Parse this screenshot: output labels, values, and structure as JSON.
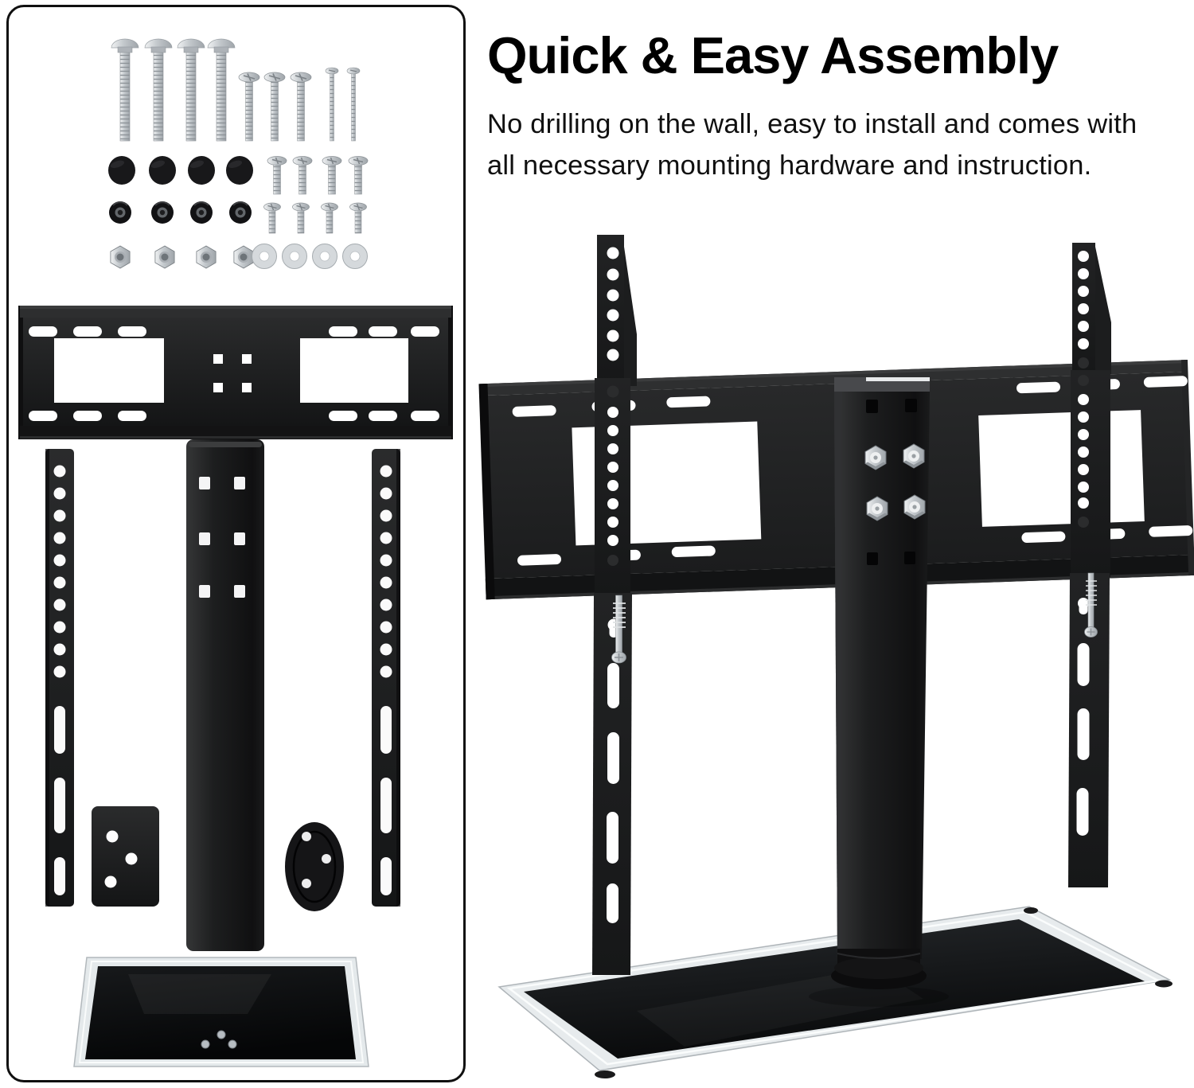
{
  "heading": {
    "title": "Quick & Easy Assembly",
    "body_line1": "No drilling on the wall, easy to install and comes with",
    "body_line2": "all necessary mounting hardware and instruction."
  },
  "colors": {
    "background": "#ffffff",
    "panel_border": "#101010",
    "metal_dark": "#1b1c1d",
    "metal_mid": "#2b2c2d",
    "hardware_silver": "#c7cbcf",
    "glass_edge": "#e4e9eb",
    "glass_surface": "#0a0b0c",
    "heading_text": "#000000",
    "body_text": "#101010"
  },
  "parts_panel": {
    "parts": [
      {
        "name": "carriage-bolt",
        "count": 4
      },
      {
        "name": "machine-screw-medium",
        "count": 3
      },
      {
        "name": "machine-screw-long-thin",
        "count": 2
      },
      {
        "name": "end-cap",
        "count": 4
      },
      {
        "name": "flat-head-screw",
        "count": 4
      },
      {
        "name": "rubber-spacer",
        "count": 4
      },
      {
        "name": "short-screw",
        "count": 4
      },
      {
        "name": "hex-nut",
        "count": 4
      },
      {
        "name": "washer",
        "count": 4
      },
      {
        "name": "tv-mounting-plate",
        "count": 1
      },
      {
        "name": "center-column",
        "count": 1
      },
      {
        "name": "vesa-rail",
        "count": 2
      },
      {
        "name": "adapter-plate",
        "count": 1
      },
      {
        "name": "oval-base-plate",
        "count": 1
      },
      {
        "name": "tempered-glass-base",
        "count": 1
      }
    ]
  },
  "product_view": {
    "subject": "assembled-tabletop-tv-stand"
  }
}
